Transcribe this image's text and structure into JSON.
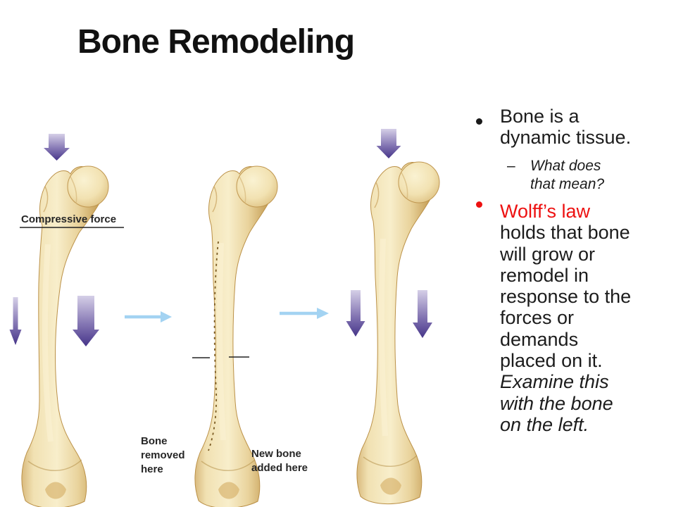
{
  "title": "Bone Remodeling",
  "bullet1": {
    "lines": [
      "Bone is a",
      "dynamic tissue."
    ]
  },
  "sub_bullet": {
    "dash": "–",
    "lines": [
      "What does",
      "that mean?"
    ]
  },
  "bullet2": {
    "lines": [
      {
        "t": "Wolff’s law",
        "style": "red"
      },
      {
        "t": "holds that bone",
        "style": "plain"
      },
      {
        "t": "will grow or",
        "style": "plain"
      },
      {
        "t": "remodel in",
        "style": "plain"
      },
      {
        "t": "response to the",
        "style": "plain"
      },
      {
        "t": "forces or",
        "style": "plain"
      },
      {
        "t": "demands",
        "style": "plain"
      },
      {
        "t": "placed on it.",
        "style": "plain"
      },
      {
        "t": "Examine this",
        "style": "italic"
      },
      {
        "t": "with the bone",
        "style": "italic"
      },
      {
        "t": "on the left.",
        "style": "italic"
      }
    ]
  },
  "figure": {
    "labels": {
      "compressive_force": "Compressive force",
      "bone_removed": "Bone removed here",
      "new_bone": "New bone added here"
    },
    "colors": {
      "arrow_purple_light": "#d5cfe7",
      "arrow_purple_dark": "#463589",
      "arrow_blue": "#a3d3f2",
      "bone_base": "#f8eecb",
      "bone_shade": "#c39b51",
      "bone_outline": "#bb9148",
      "label_text": "#262626",
      "accent_red": "#ed1111"
    }
  }
}
